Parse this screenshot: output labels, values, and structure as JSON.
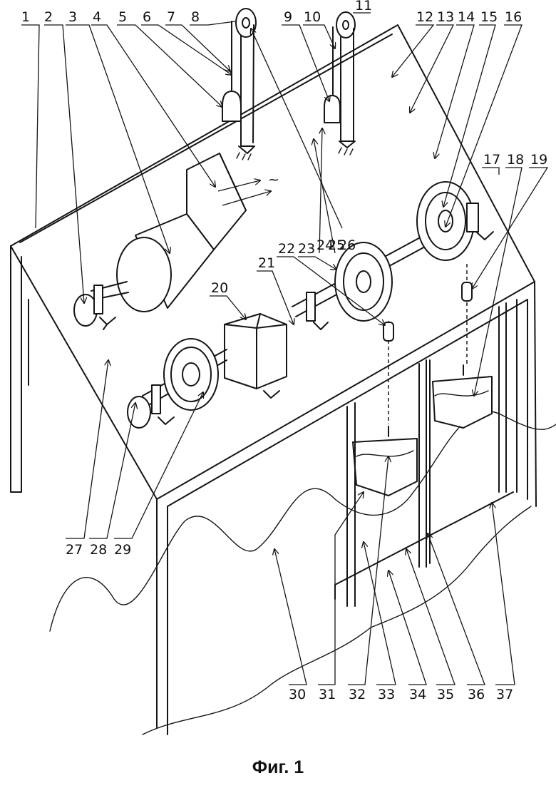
{
  "figure": {
    "caption": "Фиг. 1",
    "labels_top": [
      "1",
      "2",
      "3",
      "4",
      "5",
      "6",
      "7",
      "8",
      "9",
      "10",
      "11",
      "12",
      "13",
      "14",
      "15",
      "16",
      "17",
      "18",
      "19",
      "20",
      "21",
      "22",
      "23",
      "24",
      "25",
      "26"
    ],
    "labels_bottom": [
      "27",
      "28",
      "29",
      "30",
      "31",
      "32",
      "33",
      "34",
      "35",
      "36",
      "37"
    ],
    "ac_symbol": "~"
  }
}
